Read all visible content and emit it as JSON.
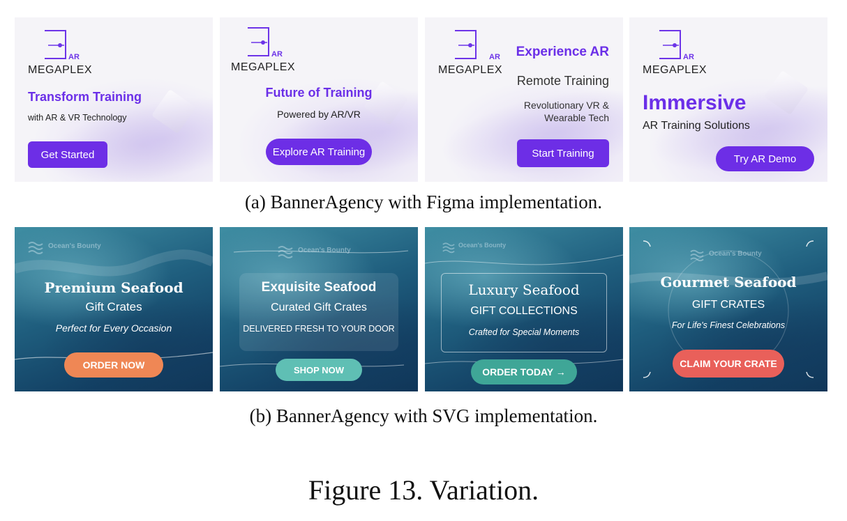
{
  "row_a": {
    "caption": "(a) BannerAgency with Figma implementation.",
    "logo": {
      "word": "MEGAPLEX",
      "ar": "AR"
    },
    "banners": [
      {
        "headline": "Transform Training",
        "sub": "with AR & VR Technology",
        "button": "Get Started"
      },
      {
        "headline": "Future of Training",
        "sub": "Powered by AR/VR",
        "button": "Explore AR Training"
      },
      {
        "headline": "Experience AR",
        "sub": "Remote Training",
        "detail_1": "Revolutionary VR &",
        "detail_2": "Wearable Tech",
        "button": "Start Training"
      },
      {
        "headline": "Immersive",
        "sub": "AR Training Solutions",
        "button": "Try AR Demo"
      }
    ]
  },
  "row_b": {
    "caption": "(b) BannerAgency with SVG implementation.",
    "brand": "Ocean's Bounty",
    "banners": [
      {
        "headline": "Premium Seafood",
        "sub": "Gift Crates",
        "tagline": "Perfect for Every Occasion",
        "button": "ORDER NOW"
      },
      {
        "headline": "Exquisite Seafood",
        "sub": "Curated Gift Crates",
        "tagline": "DELIVERED FRESH TO YOUR DOOR",
        "button": "SHOP NOW"
      },
      {
        "headline": "Luxury Seafood",
        "sub": "GIFT COLLECTIONS",
        "tagline": "Crafted for Special Moments",
        "button": "ORDER TODAY →"
      },
      {
        "headline": "Gourmet Seafood",
        "sub": "GIFT CRATES",
        "tagline": "For Life's Finest Celebrations",
        "button": "CLAIM YOUR CRATE"
      }
    ]
  },
  "figure_caption": "Figure 13. Variation.",
  "colors": {
    "purple": "#6d2ee6",
    "orange": "#ef8755",
    "teal": "#4fb3a9",
    "coral": "#e9605a"
  }
}
